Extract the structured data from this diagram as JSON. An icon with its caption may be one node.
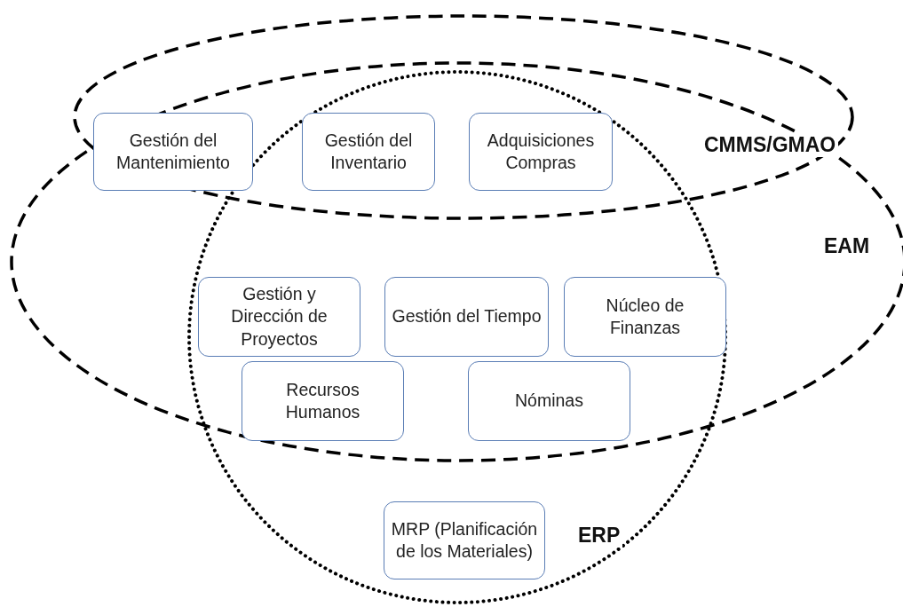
{
  "diagram": {
    "nodes": [
      {
        "text": [
          "CMMS/GMAO"
        ]
      },
      {
        "text": [
          "EAM"
        ]
      },
      {
        "text": [
          "ERP"
        ]
      },
      {
        "text": [
          "Gestión del Mantenimiento"
        ]
      },
      {
        "text": [
          "Gestión del Inventario"
        ]
      },
      {
        "text": [
          "Adquisiciones Compras"
        ]
      },
      {
        "text": [
          "Gestión y Dirección de Proyectos"
        ]
      },
      {
        "text": [
          "Gestión del Tiempo"
        ]
      },
      {
        "text": [
          "Núcleo de Finanzas"
        ]
      },
      {
        "text": [
          "Recursos Humanos"
        ]
      },
      {
        "text": [
          "Nóminas"
        ]
      },
      {
        "text": [
          "MRP (Planificación de los Materiales)"
        ],
        "in": 2
      }
    ]
  }
}
